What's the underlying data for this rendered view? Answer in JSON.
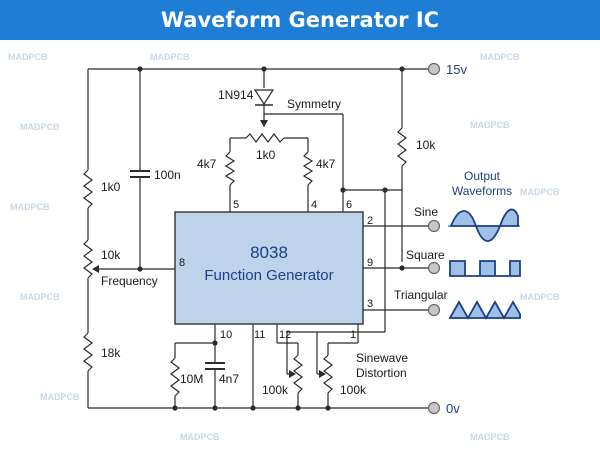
{
  "title": "Waveform Generator IC",
  "watermark": "MADPCB",
  "rails": {
    "vplus": "15v",
    "ground": "0v"
  },
  "ic": {
    "name": "8038",
    "function": "Function Generator",
    "pins": {
      "p1": "1",
      "p2": "2",
      "p3": "3",
      "p4": "4",
      "p5": "5",
      "p6": "6",
      "p8": "8",
      "p9": "9",
      "p10": "10",
      "p11": "11",
      "p12": "12"
    }
  },
  "components": {
    "r1k0_left": "1k0",
    "c100n": "100n",
    "pot10k_freq": "10k",
    "r18k": "18k",
    "diode": "1N914",
    "symmetry_label": "Symmetry",
    "pot_sym_value": "1k0",
    "r4k7_a": "4k7",
    "r4k7_b": "4k7",
    "r10k_right": "10k",
    "frequency_label": "Frequency",
    "r10m": "10M",
    "c4n7": "4n7",
    "pot100k_a": "100k",
    "pot100k_b": "100k",
    "sinewave_label": "Sinewave",
    "distortion_label": "Distortion"
  },
  "outputs": {
    "heading_line1": "Output",
    "heading_line2": "Waveforms",
    "sine": "Sine",
    "square": "Square",
    "triangular": "Triangular"
  },
  "colors": {
    "title_bar": "#1e7dd4",
    "ic_fill": "#bcd3ea",
    "label_blue": "#1d3f88",
    "wave_fill": "#9fc0e6"
  }
}
